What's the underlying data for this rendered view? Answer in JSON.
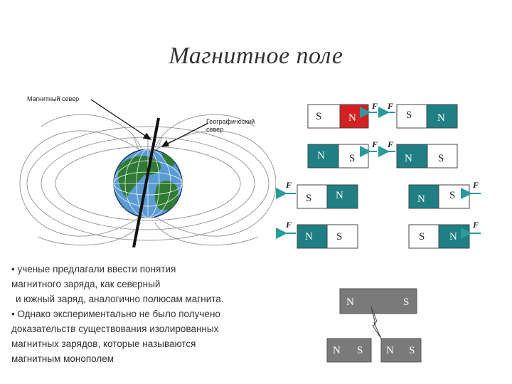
{
  "title": "Магнитное поле",
  "earth": {
    "label_magnetic_north": "Магнитный север",
    "label_geographic_north_line1": "Географический",
    "label_geographic_north_line2": "север"
  },
  "magnets": {
    "south": "S",
    "north": "N",
    "force": "F"
  },
  "bullets": [
    {
      "lines": [
        "• ученые предлагали ввести понятия",
        "магнитного заряда, как северный",
        "и южный заряд, аналогично полюсам магнита."
      ]
    },
    {
      "lines": [
        "• Однако экспериментально не было получено",
        "доказательств существования изолированных",
        "магнитных зарядов, которые называются",
        "магнитным монополем"
      ]
    }
  ],
  "colors": {
    "teal": "#1f7f84",
    "red": "#d42020",
    "gray": "#7a7a7a",
    "arrow": "#2a9a9c",
    "land": "#2f7a34",
    "ocean": "#5b9bd3"
  }
}
